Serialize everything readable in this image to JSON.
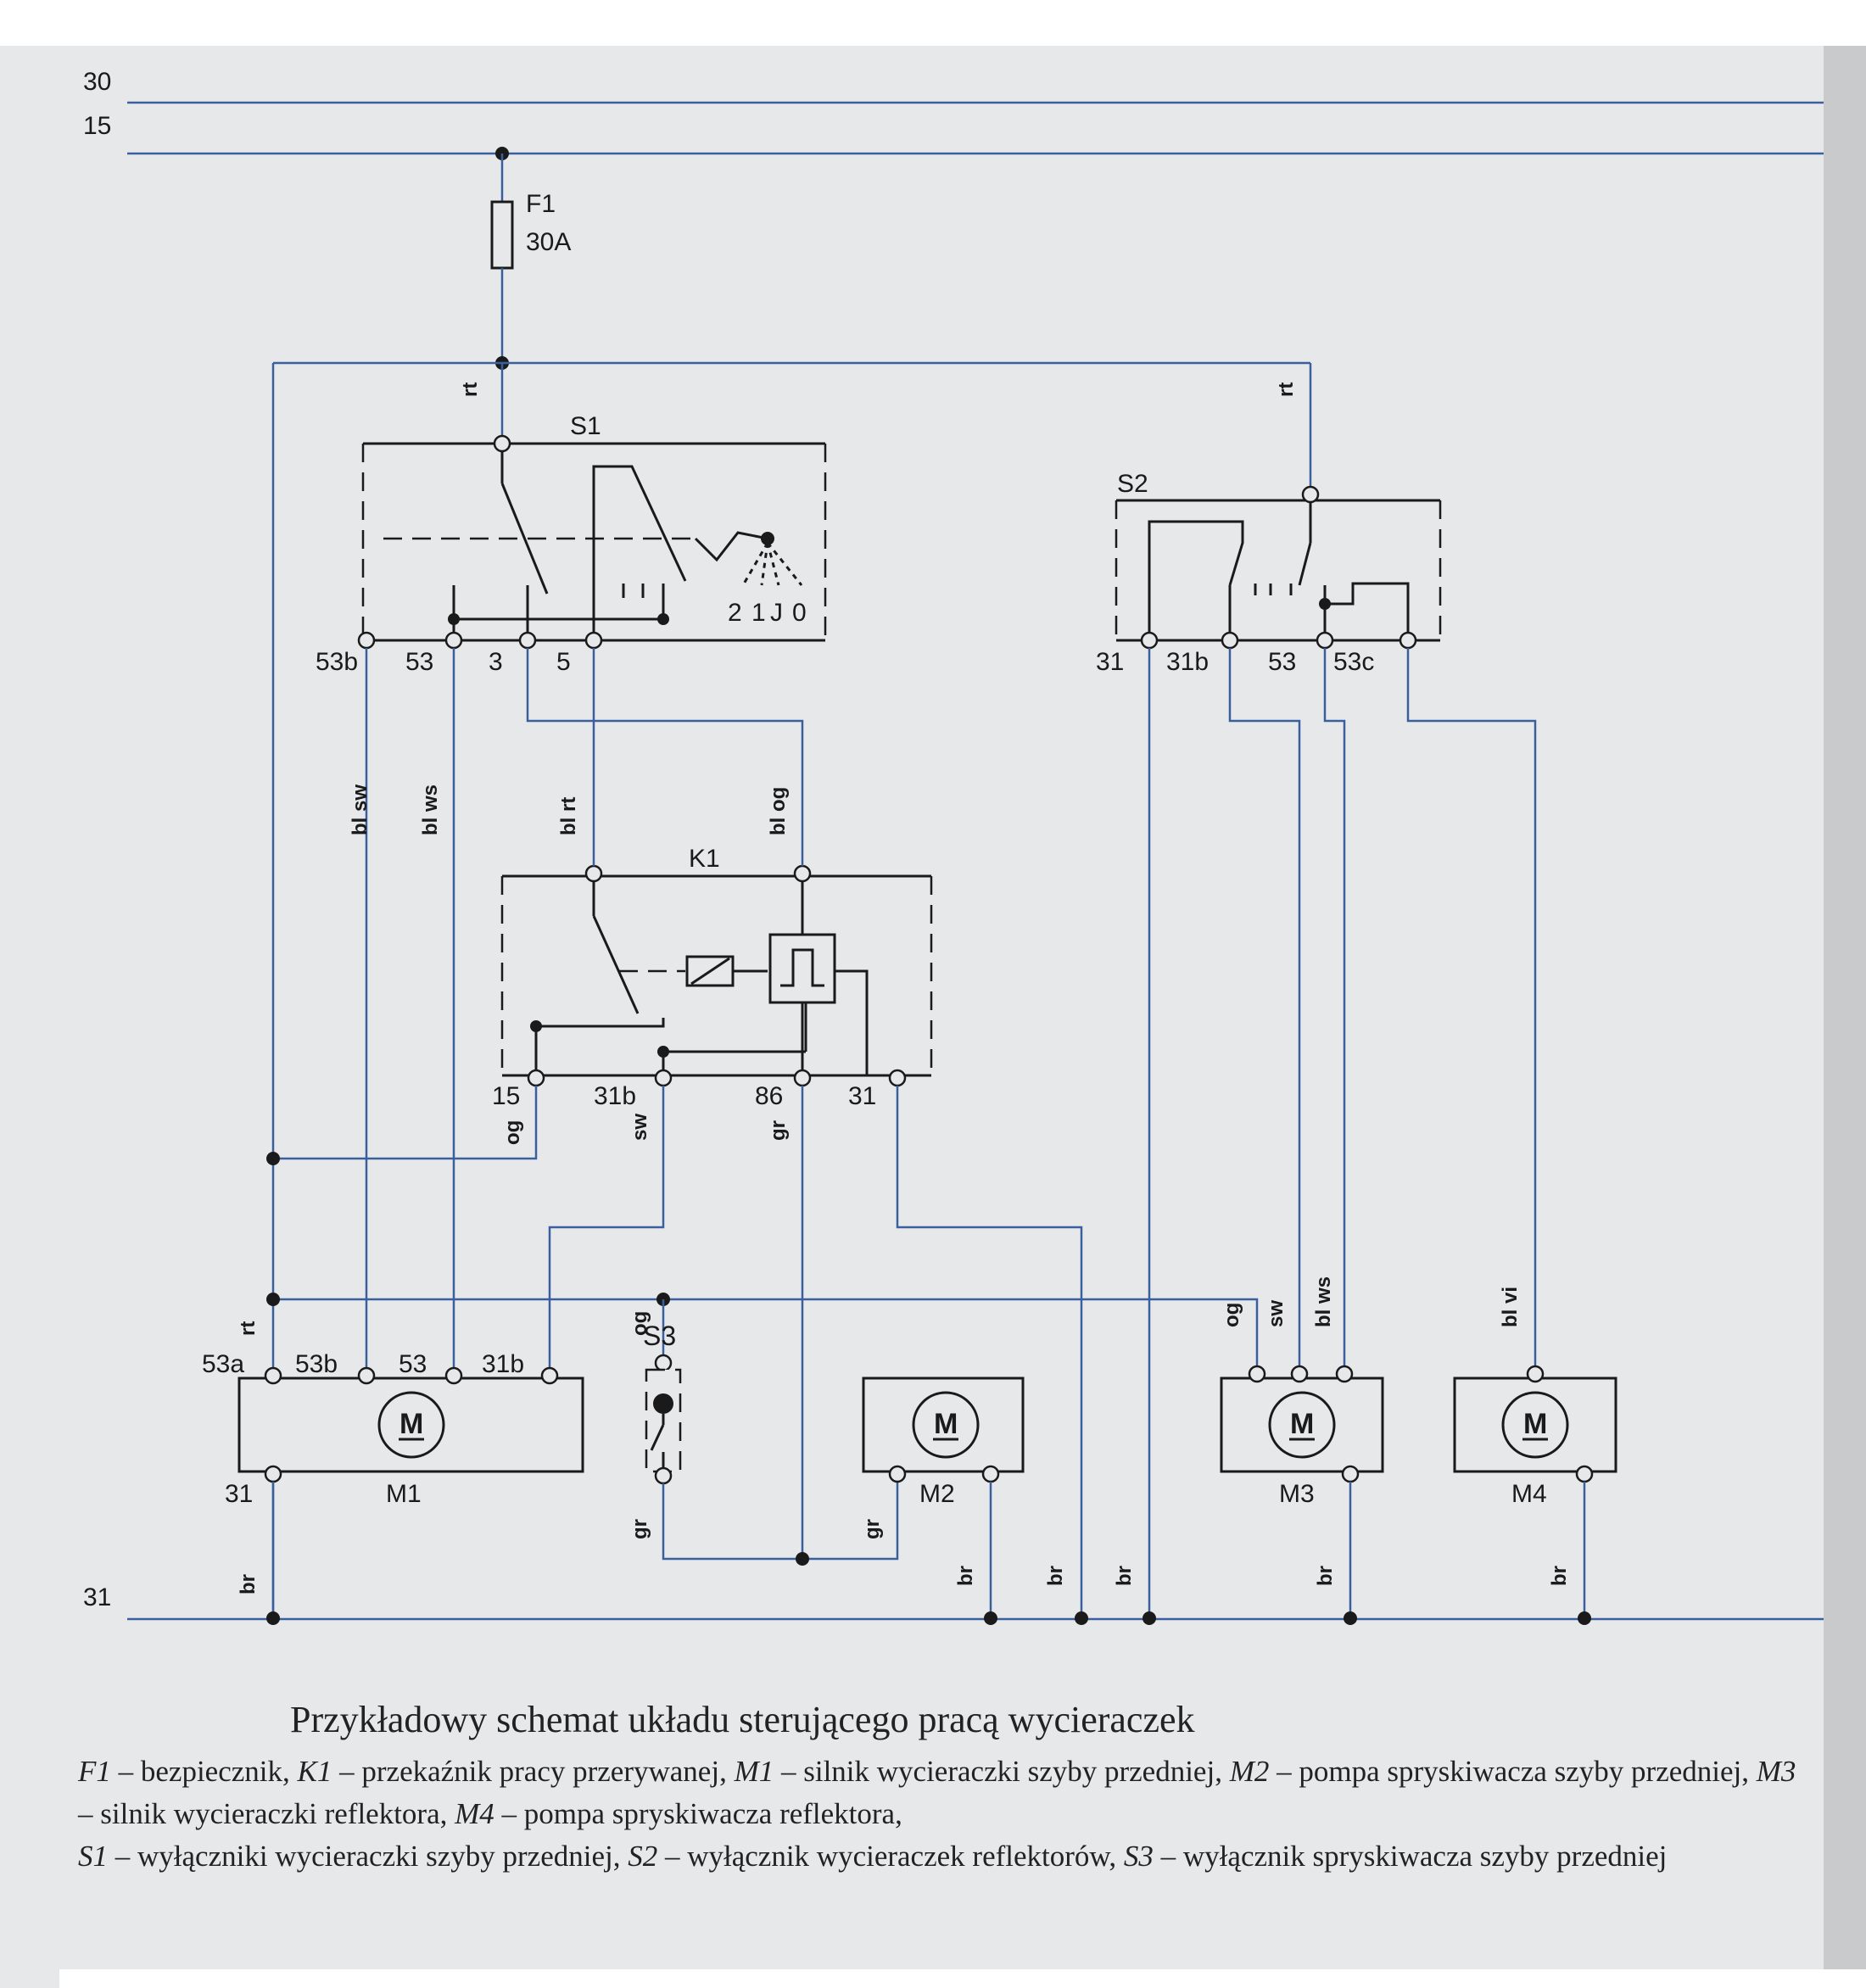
{
  "bus": {
    "line_30": "30",
    "line_15": "15",
    "line_31": "31"
  },
  "fuse": {
    "name": "F1",
    "rating": "30A"
  },
  "switch_s1": {
    "name": "S1",
    "terminals": [
      "53b",
      "53",
      "3",
      "5"
    ],
    "positions": [
      "2",
      "1",
      "J",
      "0"
    ]
  },
  "switch_s2": {
    "name": "S2",
    "terminals": [
      "31",
      "31b",
      "53",
      "53c"
    ]
  },
  "relay_k1": {
    "name": "K1",
    "terminals": [
      "15",
      "31b",
      "86",
      "31"
    ]
  },
  "switch_s3": {
    "name": "S3"
  },
  "motors": {
    "m1": {
      "name": "M1",
      "terminals": [
        "53a",
        "53b",
        "53",
        "31b"
      ],
      "ground": "31",
      "symbol": "M"
    },
    "m2": {
      "name": "M2",
      "symbol": "M"
    },
    "m3": {
      "name": "M3",
      "symbol": "M"
    },
    "m4": {
      "name": "M4",
      "symbol": "M"
    }
  },
  "wire_labels": {
    "rt": "rt",
    "bl_sw": "bl sw",
    "bl_ws": "bl ws",
    "bl_rt": "bl rt",
    "bl_og": "bl og",
    "og": "og",
    "sw": "sw",
    "gr": "gr",
    "br": "br",
    "bl_vi": "bl vi"
  },
  "caption": {
    "title": "Przykładowy schemat układu sterującego pracą wycieraczek",
    "items": [
      {
        "code": "F1",
        "desc": "bezpiecznik"
      },
      {
        "code": "K1",
        "desc": "przekaźnik pracy przerywanej"
      },
      {
        "code": "M1",
        "desc": "silnik wycieraczki szyby przedniej"
      },
      {
        "code": "M2",
        "desc": "pompa spryskiwacza szyby przedniej"
      },
      {
        "code": "M3",
        "desc": "silnik wycieraczki reflektora"
      },
      {
        "code": "M4",
        "desc": "pompa spryskiwacza reflektora"
      },
      {
        "code": "S1",
        "desc": "wyłączniki wycieraczki szyby przedniej"
      },
      {
        "code": "S2",
        "desc": "wyłącznik wycieraczek reflektorów"
      },
      {
        "code": "S3",
        "desc": "wyłącznik spryskiwacza szyby przedniej"
      }
    ]
  },
  "colors": {
    "wire": "#3a5f9e",
    "component": "#1a1a1a",
    "background": "#e7e8ea"
  }
}
